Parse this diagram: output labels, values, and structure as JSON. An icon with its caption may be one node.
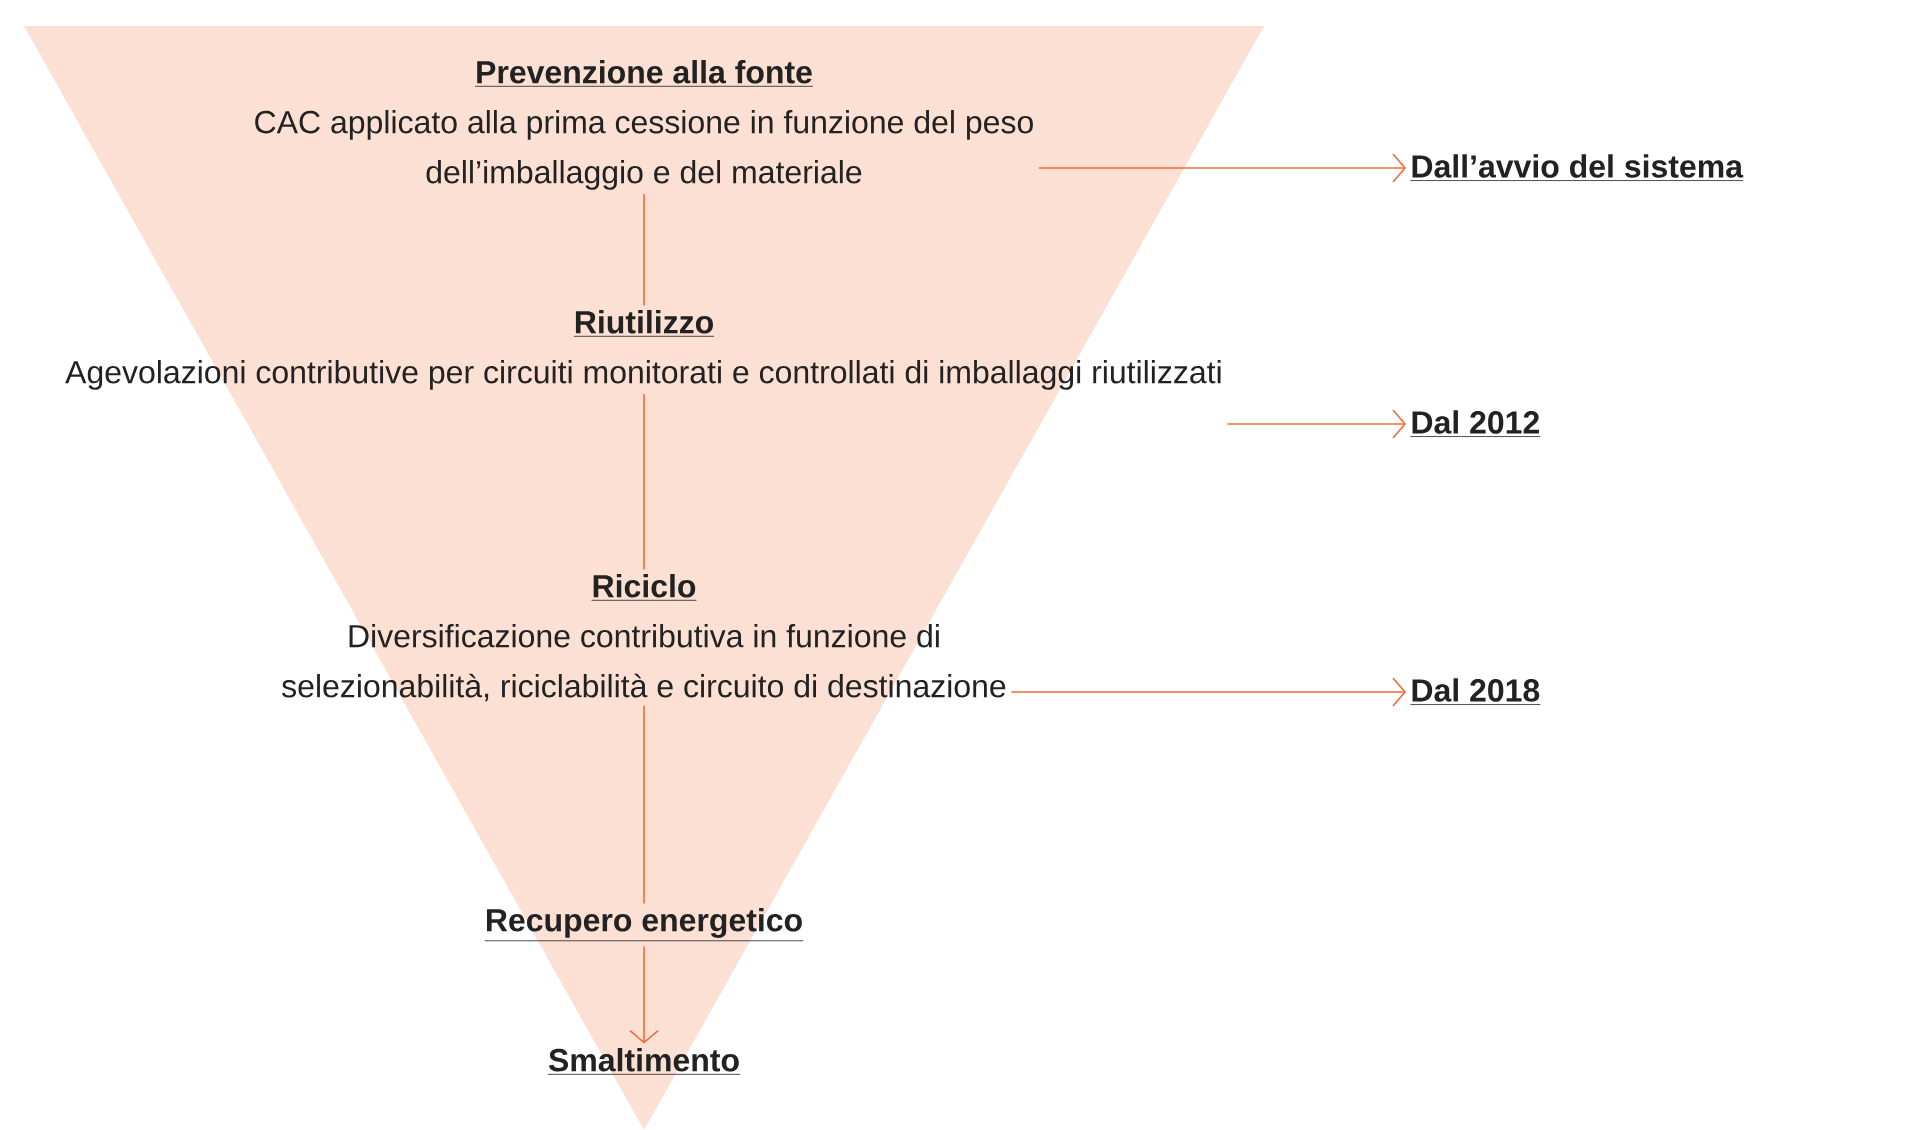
{
  "diagram": {
    "nodes": [
      {
        "text": [],
        "shape": "triangle"
      },
      {
        "text": [
          "Prevenzione alla fonte",
          "CAC applicato alla prima cessione in funzione del peso dell’imballaggio e del materiale"
        ],
        "in": 0
      },
      {
        "text": [
          "Riutilizzo",
          "Agevolazioni contributive per circuiti monitorati e controllati di imballaggi riutilizzati"
        ],
        "in": 0
      },
      {
        "text": [
          "Riciclo",
          "Diversificazione contributiva in funzione di selezionabilità, riciclabilità e circuito di destinazione"
        ],
        "in": 0
      },
      {
        "text": [
          "Recupero energetico"
        ],
        "in": 0
      },
      {
        "text": [
          "Smaltimento"
        ],
        "in": 0
      },
      {
        "text": [
          "Dall’avvio del sistema"
        ]
      },
      {
        "text": [
          "Dal 2012"
        ]
      },
      {
        "text": [
          "Dal 2018"
        ]
      }
    ],
    "edges": [
      {
        "from": 1,
        "to": 2,
        "arrow": "none"
      },
      {
        "from": 2,
        "to": 3,
        "arrow": "none"
      },
      {
        "from": 3,
        "to": 4,
        "arrow": "none"
      },
      {
        "from": 4,
        "to": 5,
        "arrow": "to"
      },
      {
        "from": 1,
        "to": 6,
        "arrow": "to"
      },
      {
        "from": 2,
        "to": 7,
        "arrow": "to"
      },
      {
        "from": 3,
        "to": 8,
        "arrow": "to"
      }
    ]
  }
}
